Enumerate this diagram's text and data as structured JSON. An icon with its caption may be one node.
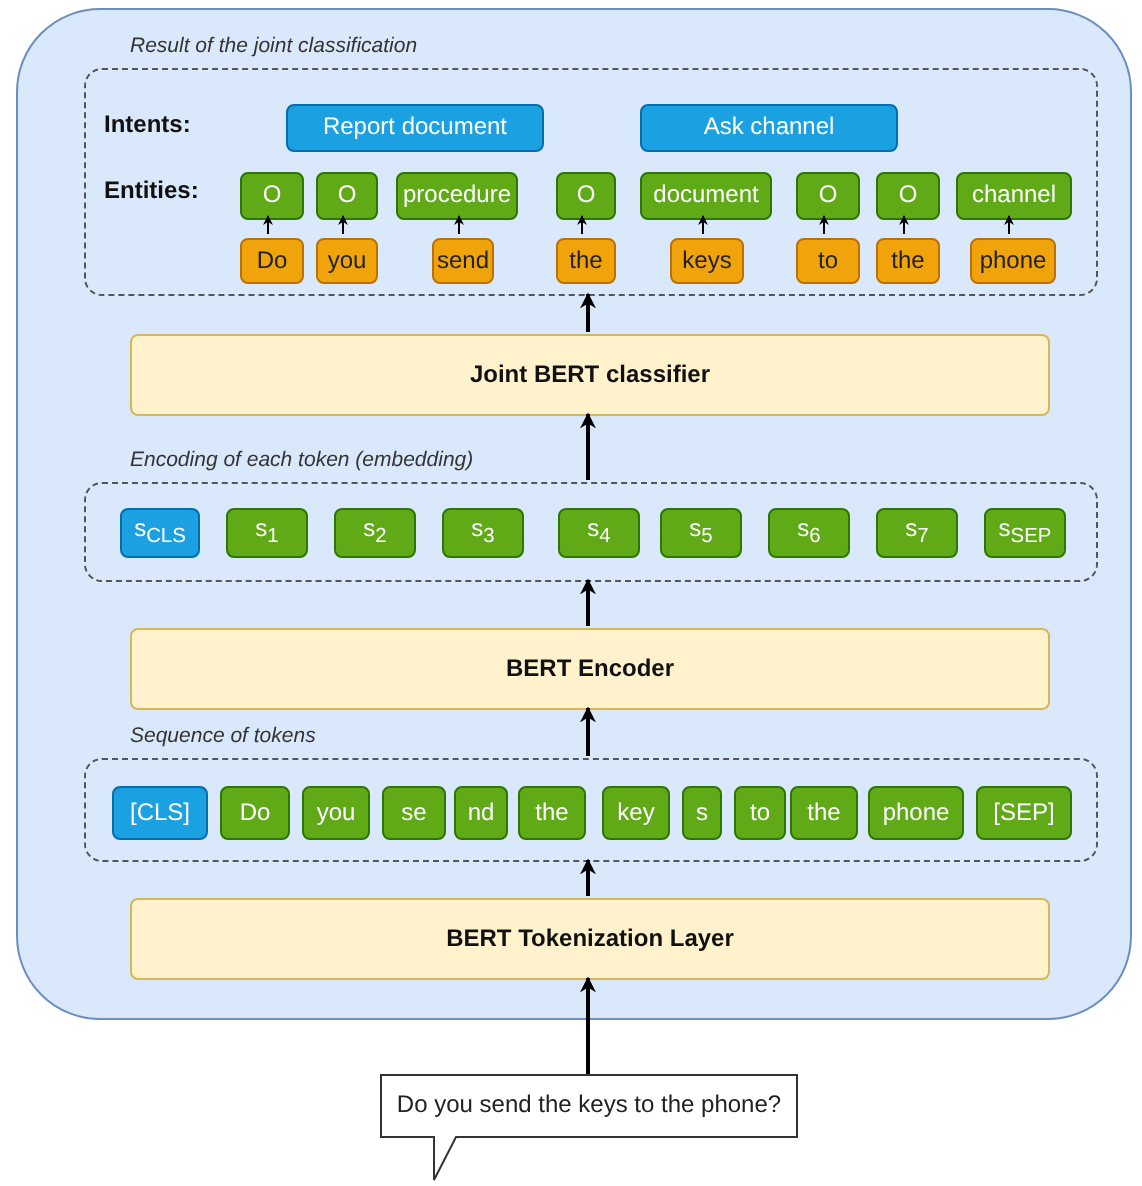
{
  "diagram": {
    "nodes": [
      {
        "text": [],
        "shape": "box"
      },
      {
        "text": [
          "Result of the joint classification"
        ],
        "in": 0
      },
      {
        "text": [
          "Report document"
        ],
        "in": 1
      },
      {
        "text": [
          "Ask channel"
        ],
        "in": 1
      },
      {
        "text": [
          "O"
        ],
        "in": 1
      },
      {
        "text": [
          "O"
        ],
        "in": 1
      },
      {
        "text": [
          "procedure"
        ],
        "in": 1
      },
      {
        "text": [
          "O"
        ],
        "in": 1
      },
      {
        "text": [
          "document"
        ],
        "in": 1
      },
      {
        "text": [
          "O"
        ],
        "in": 1
      },
      {
        "text": [
          "O"
        ],
        "in": 1
      },
      {
        "text": [
          "channel"
        ],
        "in": 1
      },
      {
        "text": [
          "Do"
        ],
        "in": 1
      },
      {
        "text": [
          "you"
        ],
        "in": 1
      },
      {
        "text": [
          "send"
        ],
        "in": 1
      },
      {
        "text": [
          "the"
        ],
        "in": 1
      },
      {
        "text": [
          "keys"
        ],
        "in": 1
      },
      {
        "text": [
          "to"
        ],
        "in": 1
      },
      {
        "text": [
          "the"
        ],
        "in": 1
      },
      {
        "text": [
          "phone"
        ],
        "in": 1
      },
      {
        "text": [
          "Joint BERT classifier"
        ],
        "in": 0
      },
      {
        "text": [
          "Encoding of each token (embedding)"
        ],
        "in": 0
      },
      {
        "text": [
          "s$_{CLS}$"
        ],
        "in": 21
      },
      {
        "text": [
          "s$_{1}$"
        ],
        "in": 21
      },
      {
        "text": [
          "s$_{2}$"
        ],
        "in": 21
      },
      {
        "text": [
          "s$_{3}$"
        ],
        "in": 21
      },
      {
        "text": [
          "s$_{4}$"
        ],
        "in": 21
      },
      {
        "text": [
          "s$_{5}$"
        ],
        "in": 21
      },
      {
        "text": [
          "s$_{6}$"
        ],
        "in": 21
      },
      {
        "text": [
          "s$_{7}$"
        ],
        "in": 21
      },
      {
        "text": [
          "s$_{SEP}$"
        ],
        "in": 21
      },
      {
        "text": [
          "BERT Encoder"
        ],
        "in": 0
      },
      {
        "text": [
          "Sequence of tokens"
        ],
        "in": 0
      },
      {
        "text": [
          "[CLS]"
        ],
        "in": 32
      },
      {
        "text": [
          "Do"
        ],
        "in": 32
      },
      {
        "text": [
          "you"
        ],
        "in": 32
      },
      {
        "text": [
          "se"
        ],
        "in": 32
      },
      {
        "text": [
          "nd"
        ],
        "in": 32
      },
      {
        "text": [
          "the"
        ],
        "in": 32
      },
      {
        "text": [
          "key"
        ],
        "in": 32
      },
      {
        "text": [
          "s"
        ],
        "in": 32
      },
      {
        "text": [
          "to"
        ],
        "in": 32
      },
      {
        "text": [
          "the"
        ],
        "in": 32
      },
      {
        "text": [
          "phone"
        ],
        "in": 32
      },
      {
        "text": [
          "[SEP]"
        ],
        "in": 32
      },
      {
        "text": [
          "BERT Tokenization Layer"
        ],
        "in": 0
      },
      {
        "text": [
          "Do you send the keys to the phone?"
        ]
      }
    ],
    "edges": [
      {
        "from": 12,
        "to": 4,
        "arrow": "to"
      },
      {
        "from": 13,
        "to": 5,
        "arrow": "to"
      },
      {
        "from": 14,
        "to": 6,
        "arrow": "to"
      },
      {
        "from": 15,
        "to": 7,
        "arrow": "to"
      },
      {
        "from": 16,
        "to": 8,
        "arrow": "to"
      },
      {
        "from": 17,
        "to": 9,
        "arrow": "to"
      },
      {
        "from": 18,
        "to": 10,
        "arrow": "to"
      },
      {
        "from": 19,
        "to": 11,
        "arrow": "to"
      },
      {
        "from": 46,
        "to": 45,
        "arrow": "to"
      },
      {
        "from": 45,
        "to": 32,
        "arrow": "to"
      },
      {
        "from": 32,
        "to": 31,
        "arrow": "to"
      },
      {
        "from": 31,
        "to": 21,
        "arrow": "to"
      },
      {
        "from": 21,
        "to": 20,
        "arrow": "to"
      },
      {
        "from": 20,
        "to": 1,
        "arrow": "to"
      }
    ],
    "labels": [
      "Intents:",
      "Entities:"
    ]
  }
}
